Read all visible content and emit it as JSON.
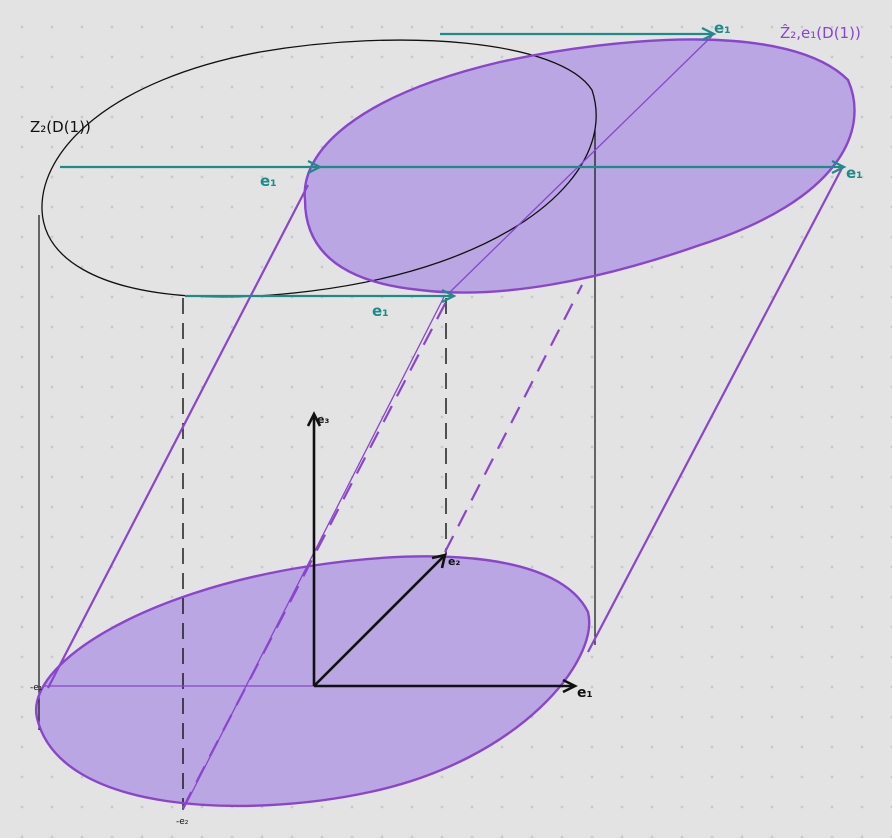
{
  "colors": {
    "background": "#e3e3e3",
    "purple_stroke": "#8a45cc",
    "purple_fill": "#b9a6e2",
    "teal": "#1f8a8a",
    "black": "#111111"
  },
  "labels": {
    "cylinder": "Z₂(D(1))",
    "sheared_cylinder": "Ẑ₂,e₁(D(1))",
    "shift_top": "e₁",
    "shift_middle_upper": "e₁",
    "shift_middle_right": "e₁",
    "shift_lower": "e₁",
    "axis_e1": "e₁",
    "axis_e2": "e₂",
    "axis_e3": "e₃",
    "neg_e1": "-e₁",
    "neg_e2": "-e₂"
  }
}
